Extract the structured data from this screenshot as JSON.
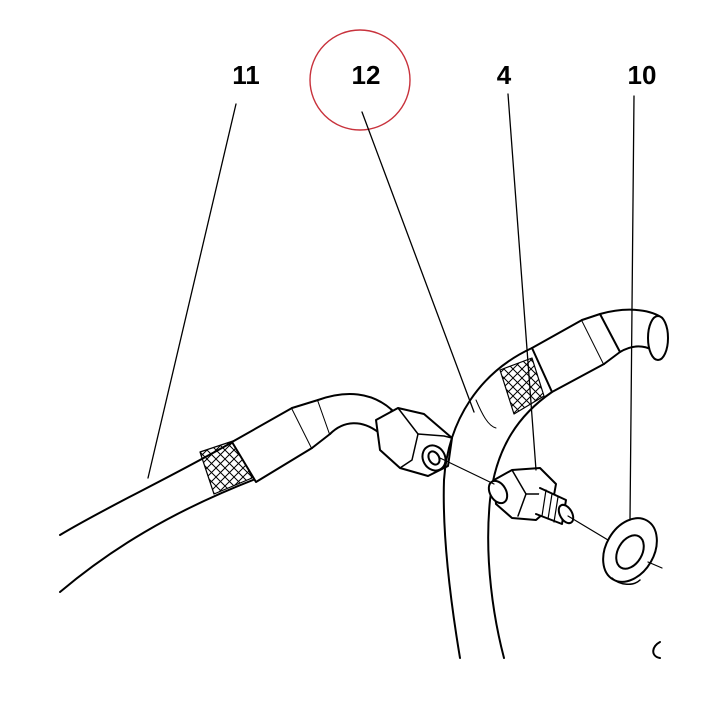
{
  "callouts": [
    {
      "id": "11",
      "label": "11",
      "part": "hose-left"
    },
    {
      "id": "12",
      "label": "12",
      "part": "hose-right"
    },
    {
      "id": "4",
      "label": "4",
      "part": "adapter-fitting"
    },
    {
      "id": "10",
      "label": "10",
      "part": "sealing-washer"
    }
  ],
  "colors": {
    "line": "#000000",
    "background": "#ffffff",
    "highlight_circle": "#c8323c"
  }
}
